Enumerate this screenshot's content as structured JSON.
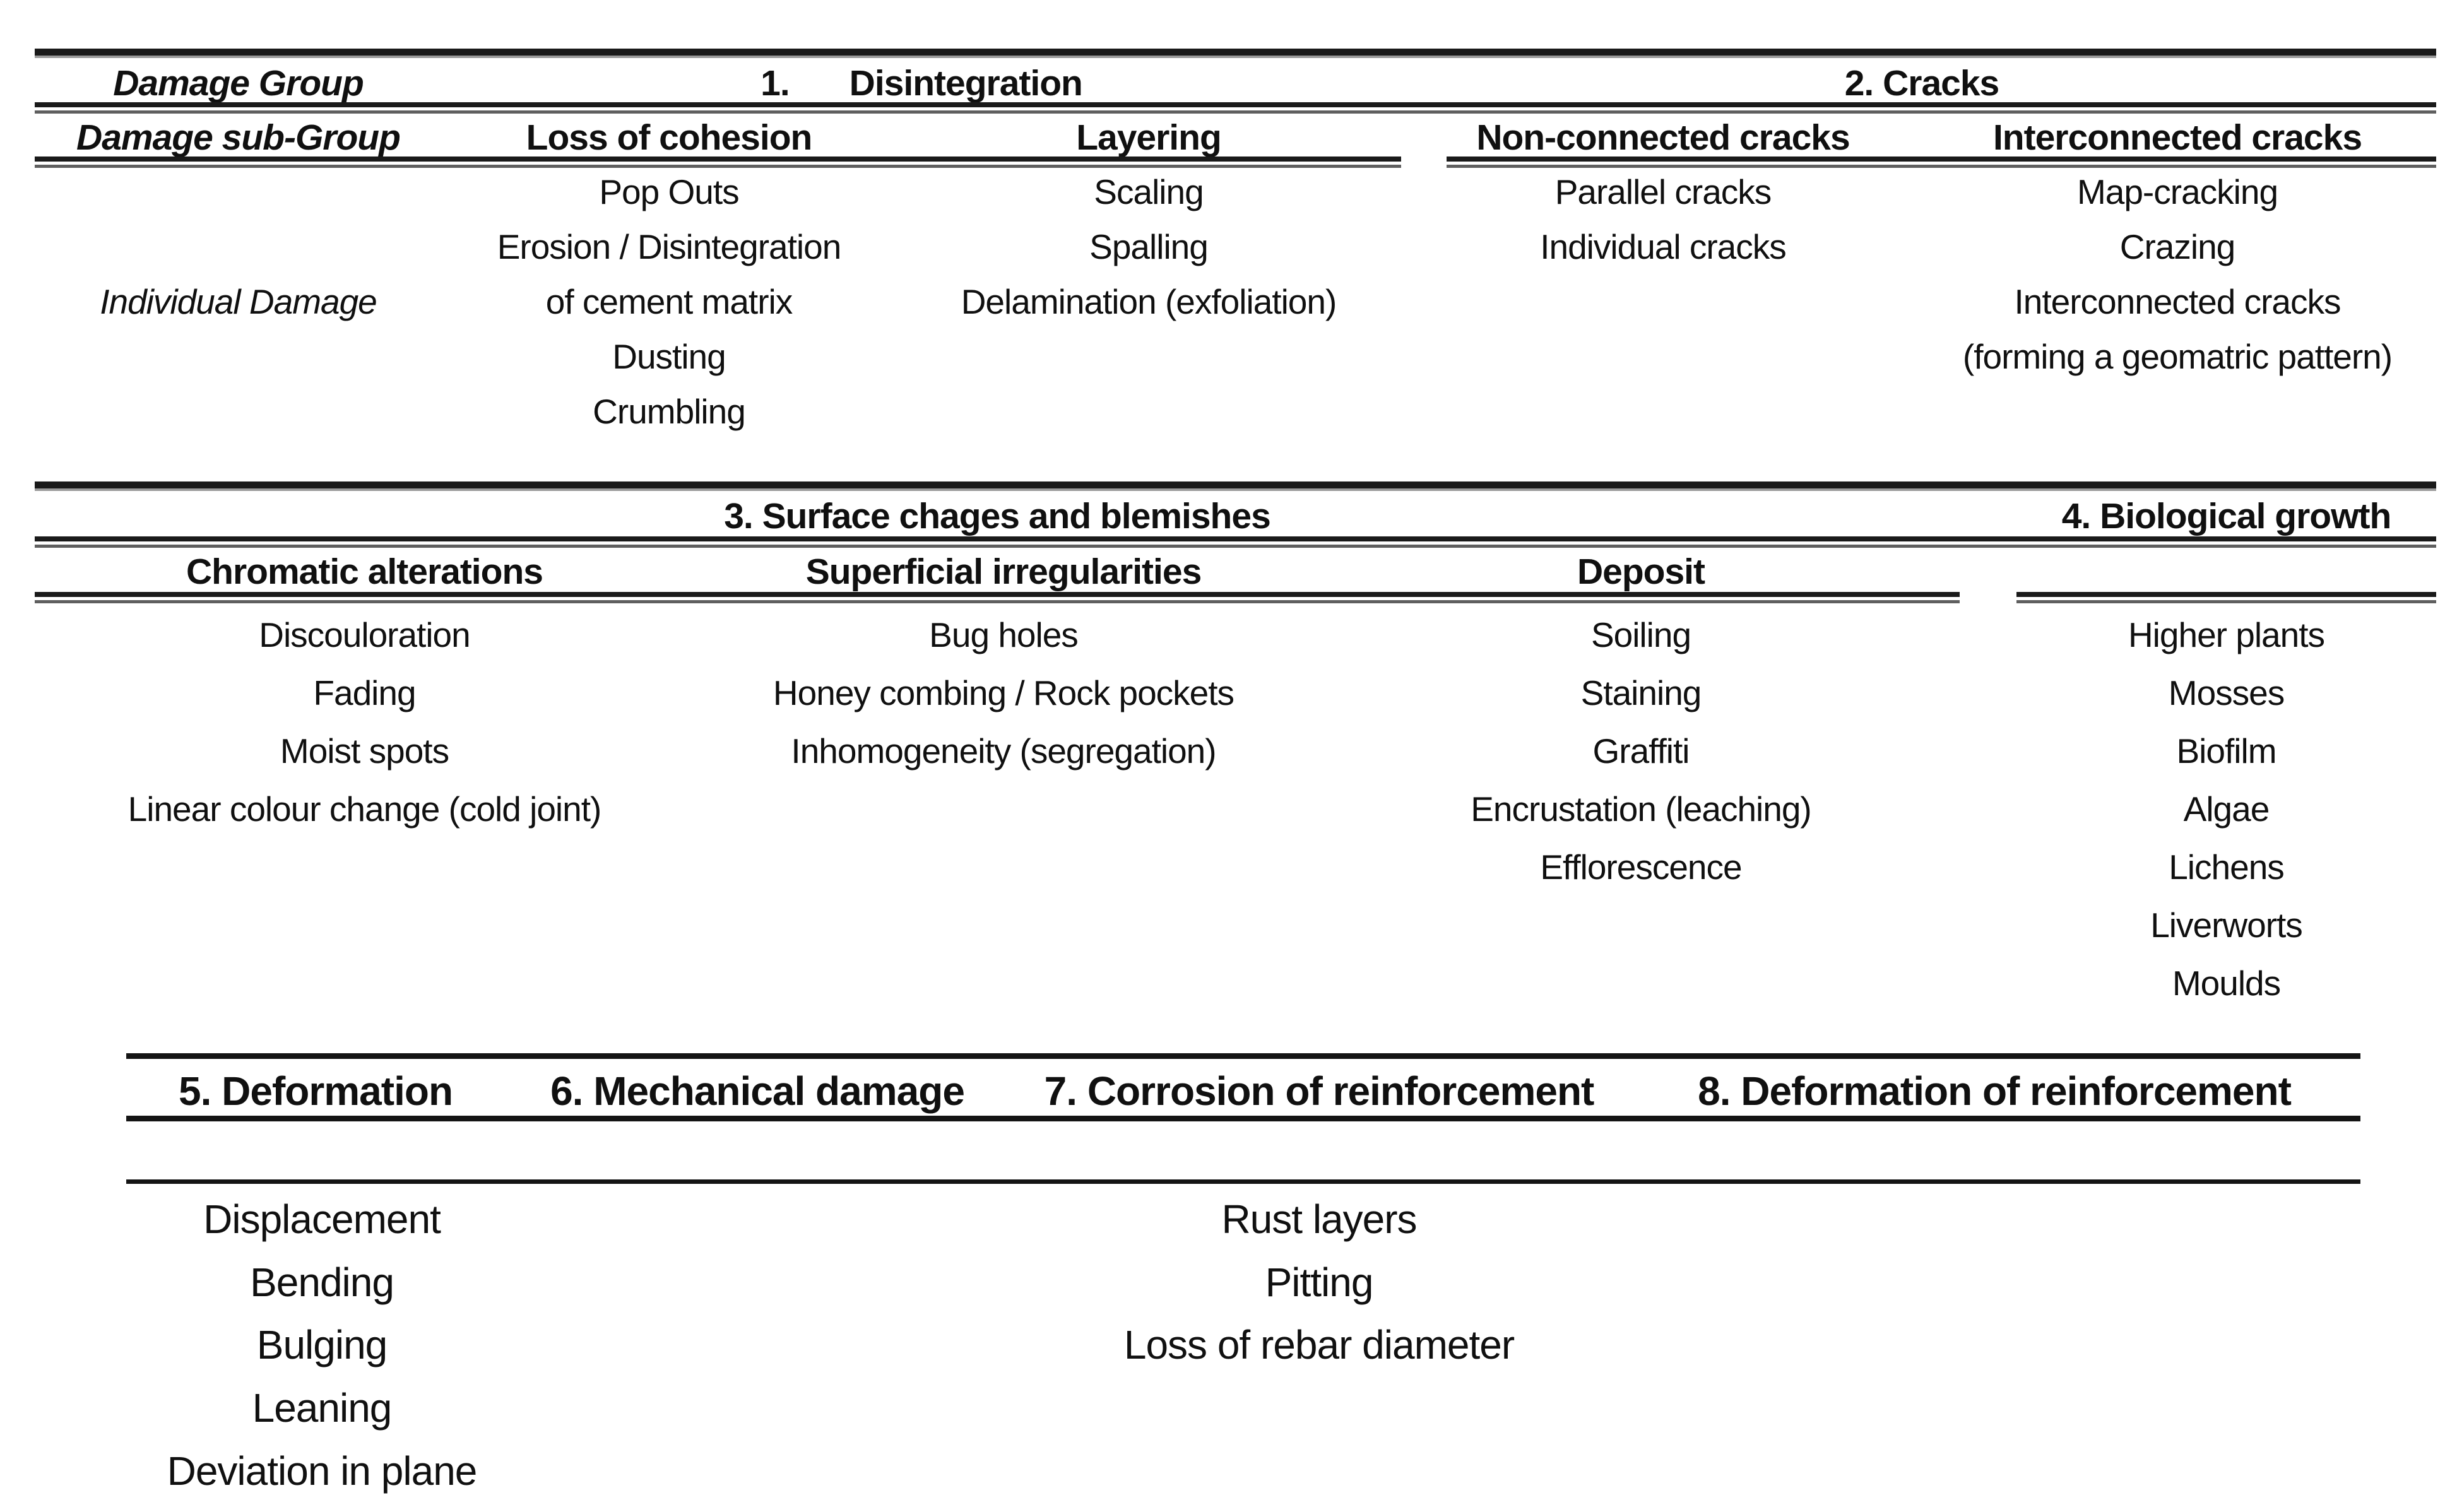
{
  "colors": {
    "text": "#101010",
    "rule": "#1a1a1a",
    "background": "#ffffff"
  },
  "table1": {
    "row_labels": {
      "group": "Damage Group",
      "subgroup": "Damage sub-Group",
      "items": "Individual Damage"
    },
    "group1_number": "1.",
    "group1_name": "Disintegration",
    "group2_name": "2. Cracks",
    "subgroups": [
      {
        "header": "Loss of cohesion",
        "items": [
          "Pop Outs",
          "Erosion / Disintegration",
          "of cement matrix",
          "Dusting",
          "Crumbling"
        ]
      },
      {
        "header": "Layering",
        "items": [
          "Scaling",
          "Spalling",
          "Delamination (exfoliation)"
        ]
      },
      {
        "header": "Non-connected cracks",
        "items": [
          "Parallel cracks",
          "Individual cracks"
        ]
      },
      {
        "header": "Interconnected cracks",
        "items": [
          "Map-cracking",
          "Crazing",
          "Interconnected cracks",
          "(forming a geomatric pattern)"
        ]
      }
    ]
  },
  "table2": {
    "group3_name": "3. Surface chages and blemishes",
    "group4_name": "4. Biological growth",
    "subgroups": [
      {
        "header": "Chromatic alterations",
        "items": [
          "Discouloration",
          "Fading",
          "Moist spots",
          "Linear colour change (cold joint)"
        ]
      },
      {
        "header": "Superficial irregularities",
        "items": [
          "Bug holes",
          "Honey combing / Rock pockets",
          "Inhomogeneity (segregation)"
        ]
      },
      {
        "header": "Deposit",
        "items": [
          "Soiling",
          "Staining",
          "Graffiti",
          "Encrustation (leaching)",
          "Efflorescence"
        ]
      },
      {
        "header": "",
        "items": [
          "Higher plants",
          "Mosses",
          "Biofilm",
          "Algae",
          "Lichens",
          "Liverworts",
          "Moulds"
        ]
      }
    ]
  },
  "table3": {
    "headers": [
      "5. Deformation",
      "6. Mechanical damage",
      "7. Corrosion of reinforcement",
      "8. Deformation of reinforcement"
    ],
    "deformation_items": [
      "Displacement",
      "Bending",
      "Bulging",
      "Leaning",
      "Deviation in plane"
    ],
    "corrosion_items": [
      "Rust layers",
      "Pitting",
      "Loss of rebar diameter"
    ]
  }
}
